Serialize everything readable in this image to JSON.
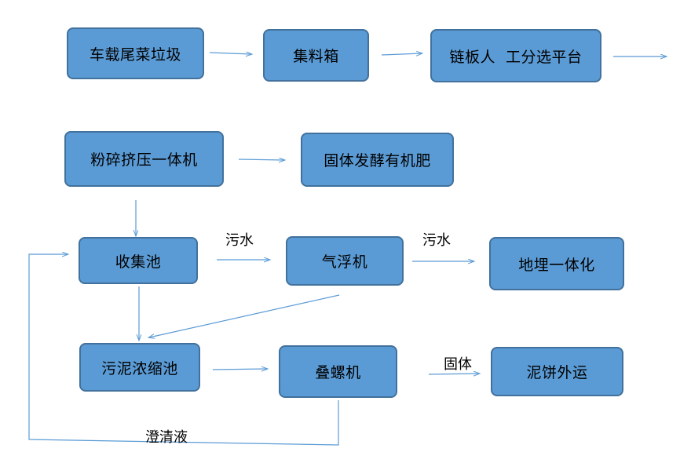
{
  "colors": {
    "box_fill": "#5B9BD5",
    "box_border": "#41719C",
    "line": "#5B9BD5",
    "text": "#000000"
  },
  "nodes": {
    "n1": "车载尾菜垃圾",
    "n2": "集料箱",
    "n3": "链板人  工分选平台",
    "n4": "粉碎挤压一体机",
    "n5": "固体发酵有机肥",
    "n6": "收集池",
    "n7": "气浮机",
    "n8": "地埋一体化",
    "n9": "污泥浓缩池",
    "n10": "叠螺机",
    "n11": "泥饼外运"
  },
  "edge_labels": {
    "e_6_7": "污水",
    "e_7_8": "污水",
    "e_10_11": "固体",
    "e_return": "澄清液"
  }
}
